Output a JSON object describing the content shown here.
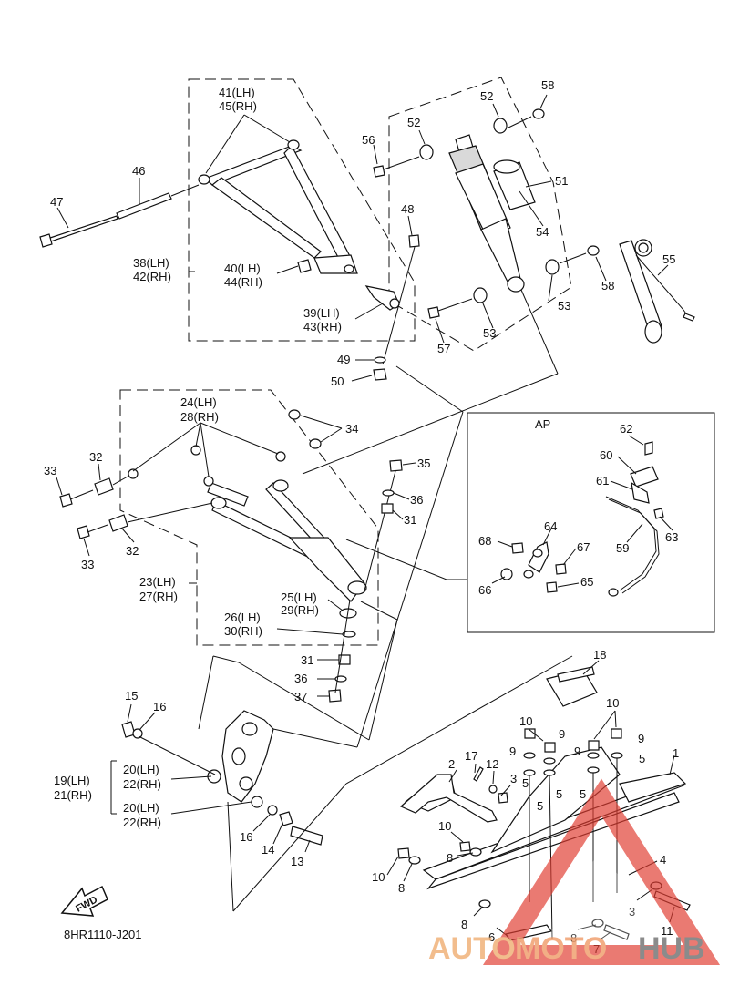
{
  "diagram": {
    "code": "8HR1110-J201",
    "fwd_label": "FWD",
    "ap_label": "AP",
    "labels": {
      "l1": "1",
      "l2": "2",
      "l3a": "3",
      "l3b": "3",
      "l4": "4",
      "l5a": "5",
      "l5b": "5",
      "l5c": "5",
      "l5d": "5",
      "l5e": "5",
      "l6": "6",
      "l7": "7",
      "l8a": "8",
      "l8b": "8",
      "l8c": "8",
      "l8d": "8",
      "l9a": "9",
      "l9b": "9",
      "l9c": "9",
      "l9d": "9",
      "l10a": "10",
      "l10b": "10",
      "l10c": "10",
      "l10d": "10",
      "l11": "11",
      "l12": "12",
      "l13": "13",
      "l14": "14",
      "l15": "15",
      "l16a": "16",
      "l16b": "16",
      "l17": "17",
      "l18": "18",
      "l19": "19(LH)",
      "l21": "21(RH)",
      "l20a": "20(LH)",
      "l22a": "22(RH)",
      "l20b": "20(LH)",
      "l22b": "22(RH)",
      "l23": "23(LH)",
      "l27": "27(RH)",
      "l24": "24(LH)",
      "l28": "28(RH)",
      "l25": "25(LH)",
      "l29": "29(RH)",
      "l26": "26(LH)",
      "l30": "30(RH)",
      "l31a": "31",
      "l31b": "31",
      "l32a": "32",
      "l32b": "32",
      "l33a": "33",
      "l33b": "33",
      "l34": "34",
      "l35": "35",
      "l36a": "36",
      "l36b": "36",
      "l37": "37",
      "l38": "38(LH)",
      "l42": "42(RH)",
      "l39": "39(LH)",
      "l43": "43(RH)",
      "l40": "40(LH)",
      "l44": "44(RH)",
      "l41": "41(LH)",
      "l45": "45(RH)",
      "l46": "46",
      "l47": "47",
      "l48": "48",
      "l49": "49",
      "l50": "50",
      "l51": "51",
      "l52a": "52",
      "l52b": "52",
      "l53a": "53",
      "l53b": "53",
      "l54": "54",
      "l55": "55",
      "l56": "56",
      "l57": "57",
      "l58a": "58",
      "l58b": "58",
      "l59": "59",
      "l60": "60",
      "l61": "61",
      "l62": "62",
      "l63": "63",
      "l64": "64",
      "l65": "65",
      "l66": "66",
      "l67": "67",
      "l68": "68"
    },
    "watermark": {
      "auto": "AUTO",
      "moto": "MOTO",
      "hub": "HUB"
    },
    "colors": {
      "line": "#111111",
      "watermark_red": "#e03c31",
      "watermark_orange": "#f0a070"
    }
  }
}
